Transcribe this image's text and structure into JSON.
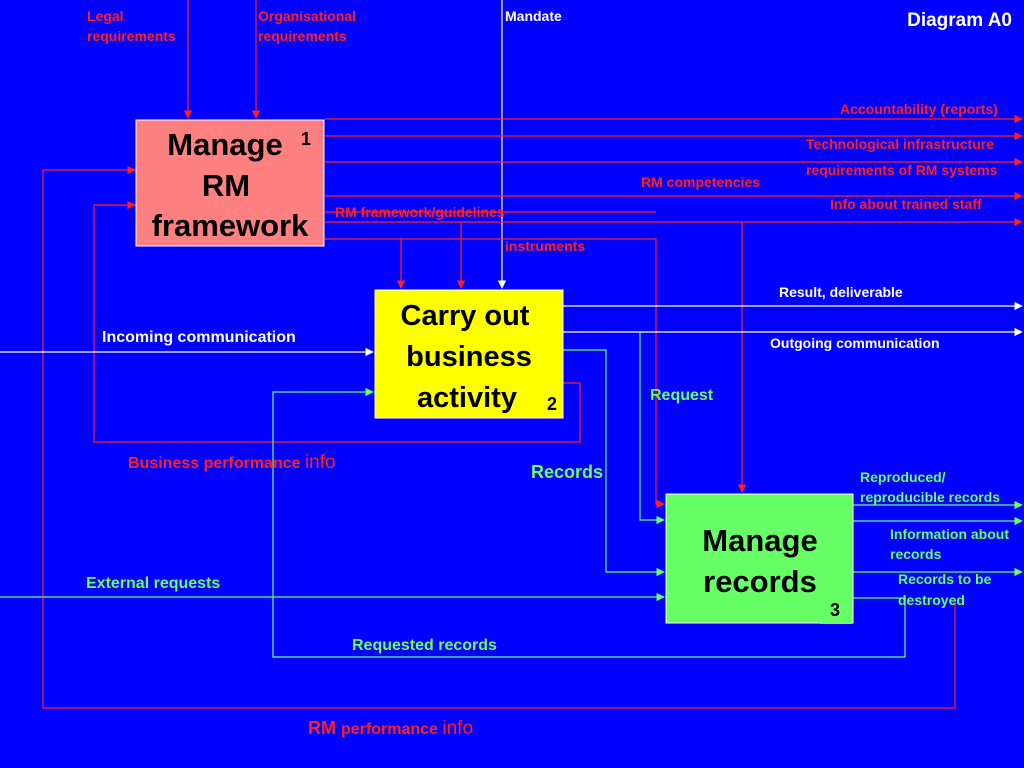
{
  "diagram_title": "Diagram A0",
  "colors": {
    "background": "#0000FF",
    "red": "#FF2020",
    "green": "#66FF66",
    "white": "#FFFFFF",
    "box1_fill": "#FF8080",
    "box2_fill": "#FFFF00",
    "box3_fill": "#66FF66"
  },
  "boxes": {
    "manage_rm": {
      "line1": "Manage",
      "line2": "RM",
      "line3": "framework",
      "number": "1"
    },
    "carry_out": {
      "line1": "Carry out",
      "line2": "business",
      "line3": "activity",
      "number": "2"
    },
    "manage_records": {
      "line1": "Manage",
      "line2": "records",
      "number": "3"
    }
  },
  "labels": {
    "legal_1": "Legal",
    "legal_2": "requirements",
    "org_1": "Organisational",
    "org_2": "requirements",
    "mandate": "Mandate",
    "accountability": "Accountability (reports)",
    "tech_1": "Technological infrastructure",
    "tech_2": "requirements of RM systems",
    "rm_competencies": "RM competencies",
    "trained_staff": "Info about trained staff",
    "rm_framework_guidelines": "RM framework/guidelines",
    "instruments": "instruments",
    "result_deliverable": "Result, deliverable",
    "incoming_communication": "Incoming communication",
    "outgoing_communication": "Outgoing communication",
    "request": "Request",
    "business_perf_a": "Business performance ",
    "business_perf_b": "info",
    "records": "Records",
    "reproduced_1": "Reproduced/",
    "reproduced_2": "reproducible records",
    "info_about_1": "Information about",
    "info_about_2": "records",
    "destroyed_1": "Records to be",
    "destroyed_2": "destroyed",
    "external_requests": "External requests",
    "requested_records": "Requested records",
    "rm_perf_a": "RM ",
    "rm_perf_b": "performance ",
    "rm_perf_c": "info"
  }
}
